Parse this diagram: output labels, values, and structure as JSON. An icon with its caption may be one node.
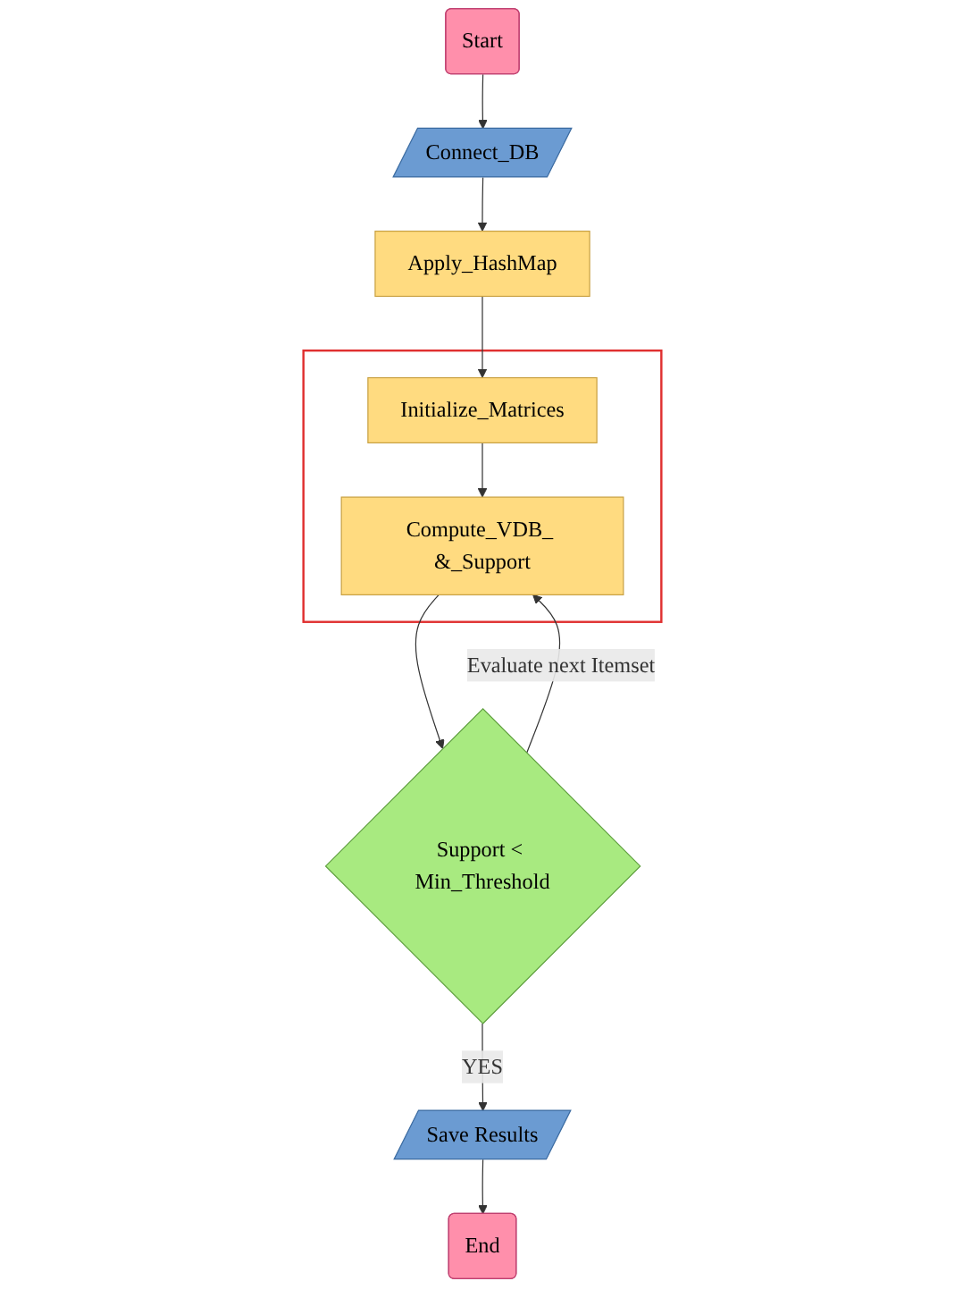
{
  "diagram": {
    "nodes": [
      {
        "text": [
          "Start"
        ]
      },
      {
        "text": [
          "Connect_DB"
        ]
      },
      {
        "text": [
          "Apply_HashMap"
        ]
      },
      {
        "text": [],
        "shape": "box"
      },
      {
        "text": [
          "Initialize_Matrices"
        ],
        "in": 3
      },
      {
        "text": [
          "Compute_VDB_ &_Support"
        ],
        "in": 3
      },
      {
        "text": [
          "Support < Min_Threshold"
        ]
      },
      {
        "text": [
          "Save Results"
        ]
      },
      {
        "text": [
          "End"
        ]
      }
    ],
    "edges": [
      {
        "from": 0,
        "to": 1,
        "arrow": "to"
      },
      {
        "from": 1,
        "to": 2,
        "arrow": "to"
      },
      {
        "from": 2,
        "to": 4,
        "arrow": "to"
      },
      {
        "from": 4,
        "to": 5,
        "arrow": "to"
      },
      {
        "from": 5,
        "to": 6,
        "arrow": "to"
      },
      {
        "from": 6,
        "to": 5,
        "arrow": "to",
        "label": "Evaluate next Itemset"
      },
      {
        "from": 6,
        "to": 7,
        "arrow": "to",
        "label": "YES"
      },
      {
        "from": 7,
        "to": 8,
        "arrow": "to"
      }
    ]
  }
}
